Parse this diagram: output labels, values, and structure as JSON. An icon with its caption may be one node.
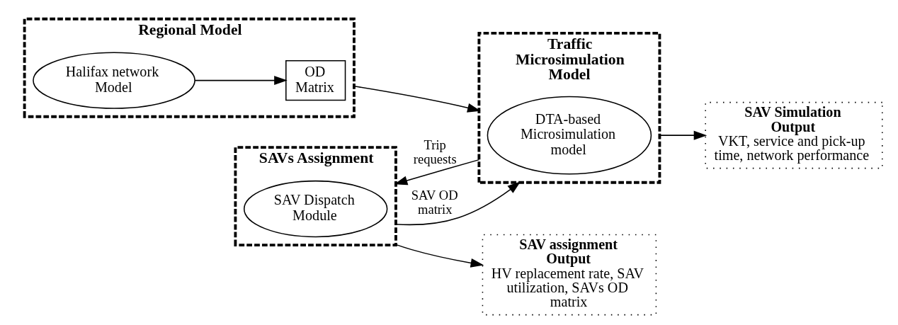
{
  "diagram": {
    "nodes": [
      {
        "text": [
          "Regional Model"
        ]
      },
      {
        "text": [
          "Halifax network Model"
        ],
        "in": 0
      },
      {
        "text": [
          "OD Matrix"
        ],
        "in": 0
      },
      {
        "text": [
          "Traffic Microsimulation Model"
        ]
      },
      {
        "text": [
          "DTA-based Microsimulation model"
        ],
        "in": 3
      },
      {
        "text": [
          "SAVs Assignment"
        ]
      },
      {
        "text": [
          "SAV Dispatch Module"
        ],
        "in": 5
      },
      {
        "text": [
          "SAV Simulation Output",
          "VKT, service and pick-up time, network performance"
        ]
      },
      {
        "text": [
          "SAV assignment Output",
          "HV replacement rate, SAV utilization, SAVs OD matrix"
        ]
      }
    ],
    "edges": [
      {
        "from": 1,
        "to": 2,
        "arrow": "to"
      },
      {
        "from": 0,
        "to": 3,
        "arrow": "to"
      },
      {
        "from": 3,
        "to": 5,
        "arrow": "to",
        "label": "Trip requests"
      },
      {
        "from": 5,
        "to": 3,
        "arrow": "to",
        "label": "SAV OD matrix"
      },
      {
        "from": 3,
        "to": 7,
        "arrow": "to"
      },
      {
        "from": 5,
        "to": 8,
        "arrow": "to"
      }
    ]
  }
}
